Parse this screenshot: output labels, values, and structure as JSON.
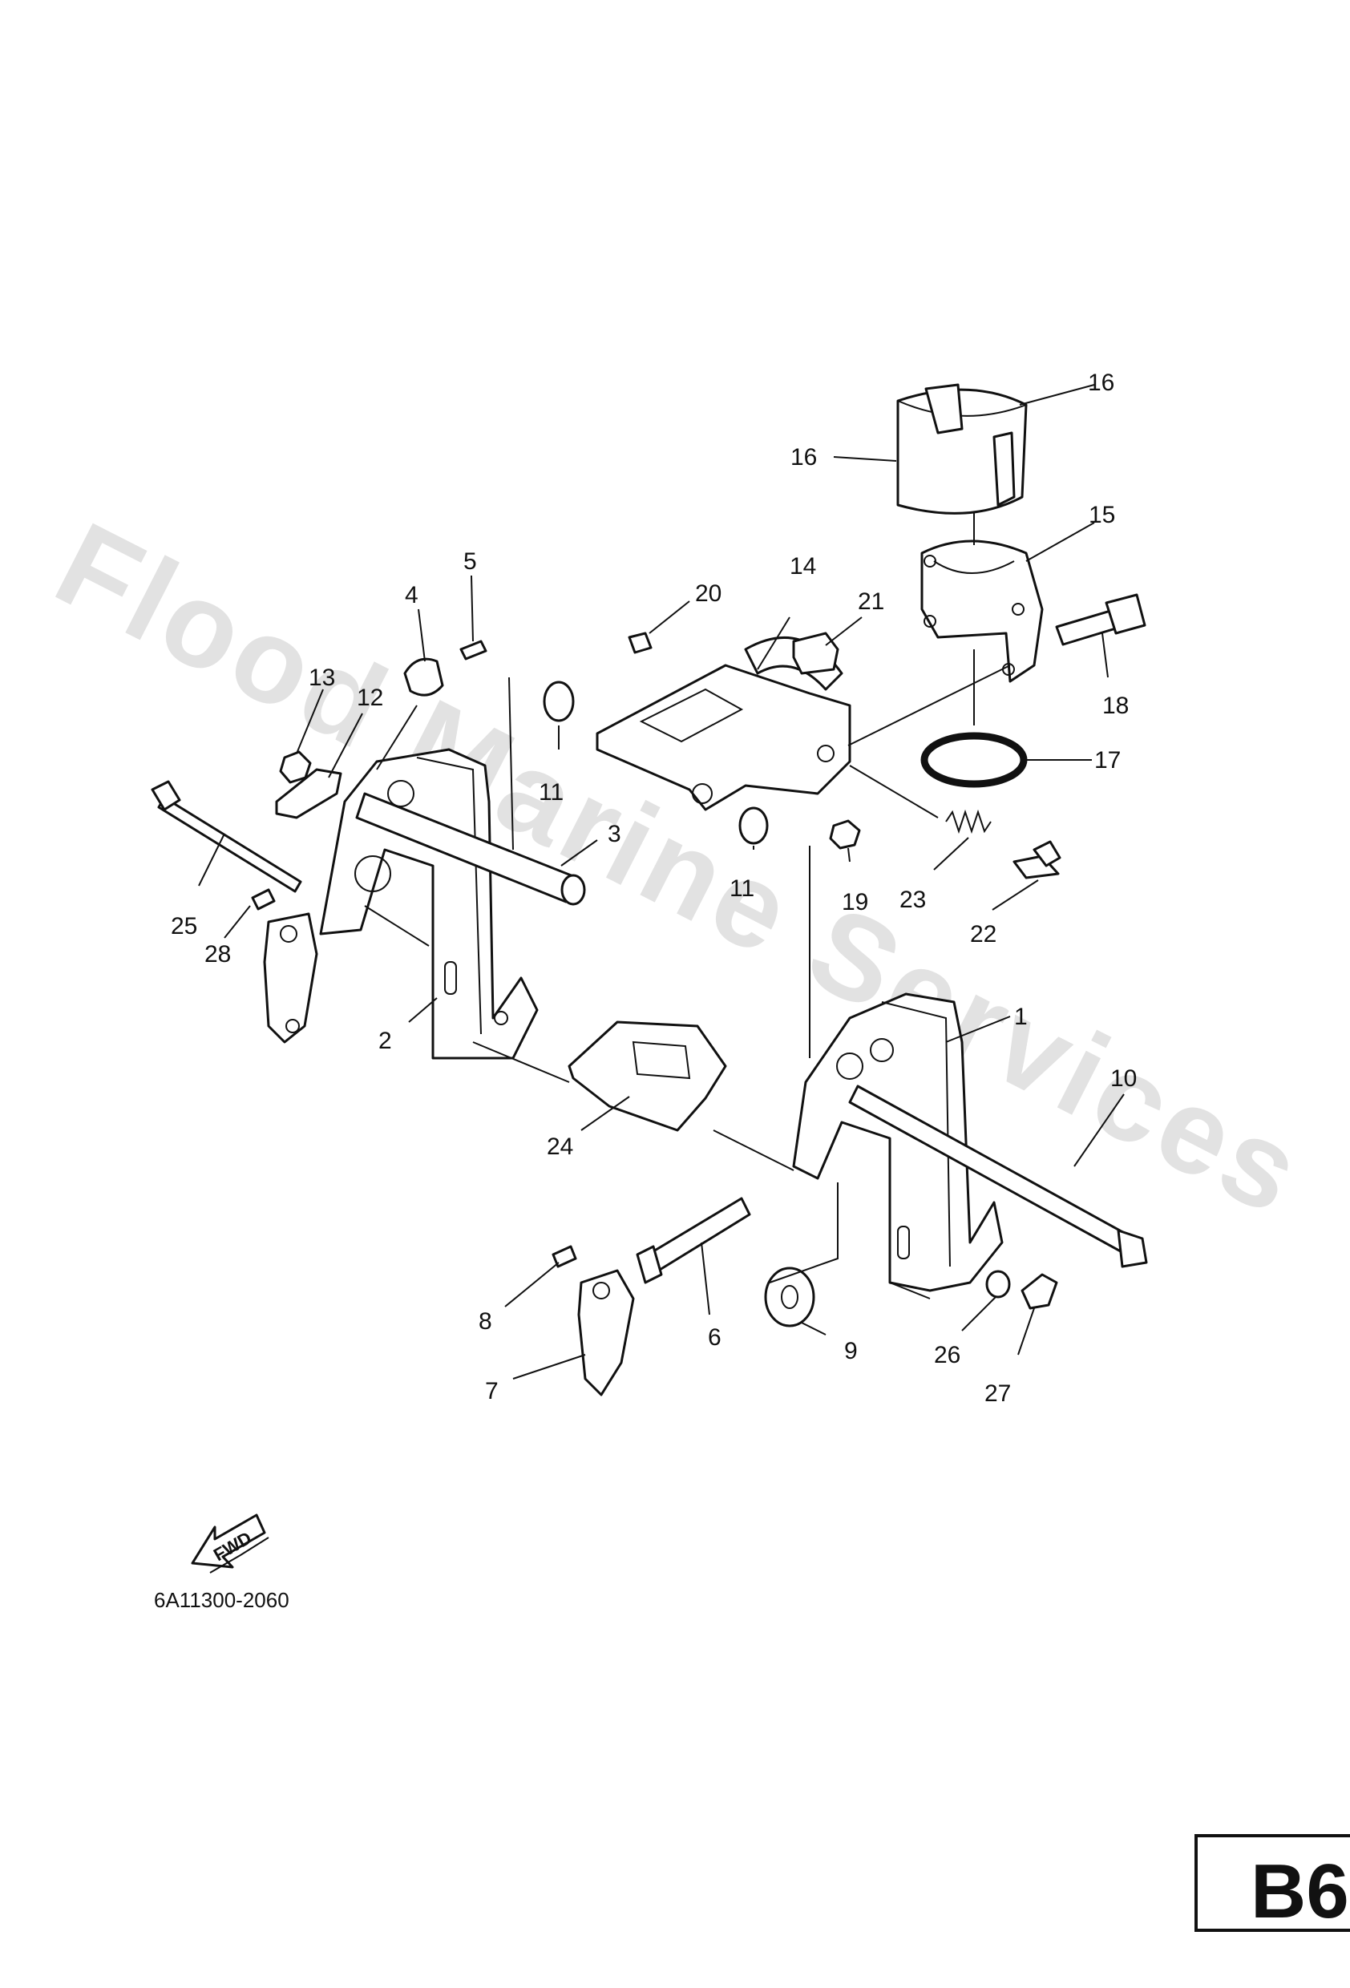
{
  "watermark": "Flood Marine Services",
  "diagram_code": "6A11300-2060",
  "fwd_label": "FWD",
  "page_id": "B6",
  "callouts": [
    "1",
    "2",
    "3",
    "4",
    "5",
    "6",
    "7",
    "8",
    "9",
    "10",
    "11",
    "11",
    "12",
    "13",
    "14",
    "15",
    "16",
    "16",
    "17",
    "18",
    "19",
    "20",
    "21",
    "22",
    "23",
    "24",
    "25",
    "26",
    "27",
    "28"
  ]
}
